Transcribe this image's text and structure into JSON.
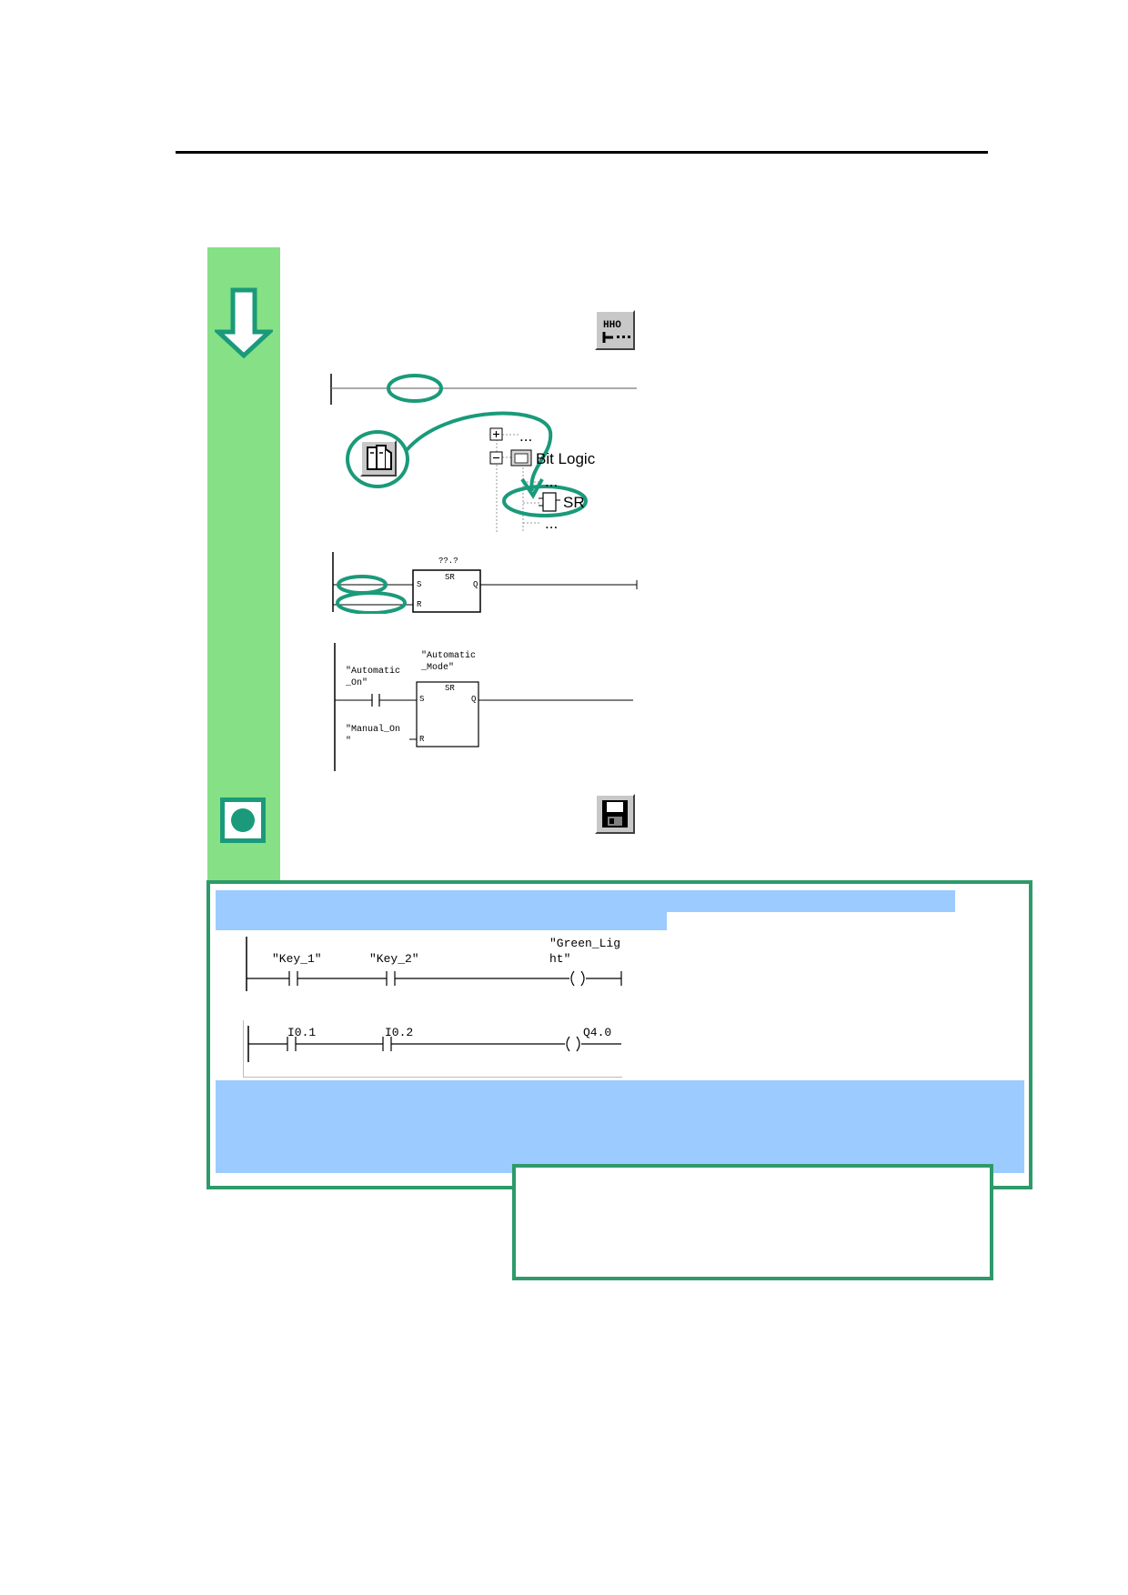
{
  "step1": {
    "insert_icon": "rung-element-toolbar-icon",
    "catalog_icon": "program-elements-catalog-icon",
    "tree": {
      "expand_symbol": "+",
      "collapse_symbol": "−",
      "collapsed_item": "...",
      "folder_label": "Bit Logic",
      "more_above": "...",
      "element_label": "SR",
      "more_below": "..."
    }
  },
  "sr_block_empty": {
    "address": "??.?",
    "title": "SR",
    "set_pin": "S",
    "reset_pin": "R",
    "output_pin": "Q"
  },
  "sr_block_filled": {
    "address_line1": "\"Automatic",
    "address_line2": "_Mode\"",
    "title": "SR",
    "set_pin": "S",
    "reset_pin": "R",
    "output_pin": "Q",
    "input1_line1": "\"Automatic",
    "input1_line2": "_On\"",
    "input2_line1": "\"Manual_On",
    "input2_line2": "\""
  },
  "save_icon": "save-icon",
  "info_box": {
    "symbolic_rung": {
      "contact1": "\"Key_1\"",
      "contact2": "\"Key_2\"",
      "coil_line1": "\"Green_Lig",
      "coil_line2": "ht\""
    },
    "absolute_rung": {
      "contact1": "I0.1",
      "contact2": "I0.2",
      "coil": "Q4.0"
    }
  },
  "colors": {
    "sidebar_green": "#86e086",
    "accent_teal": "#1a9a7a",
    "box_border": "#2e9a6a",
    "highlight_blue": "#9ccbff"
  }
}
